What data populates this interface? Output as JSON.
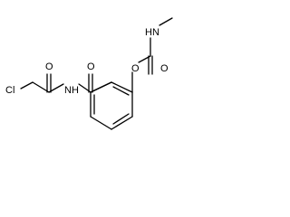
{
  "atom_labels": {
    "cl": "Cl",
    "o_ketone": "O",
    "nh_amide": "NH",
    "o_amide": "O",
    "o_ester": "O",
    "o_carbonyl": "O",
    "nh_carbamate": "HN"
  },
  "colors": {
    "background": "#ffffff",
    "bond": "#000000",
    "text": "#000000"
  }
}
